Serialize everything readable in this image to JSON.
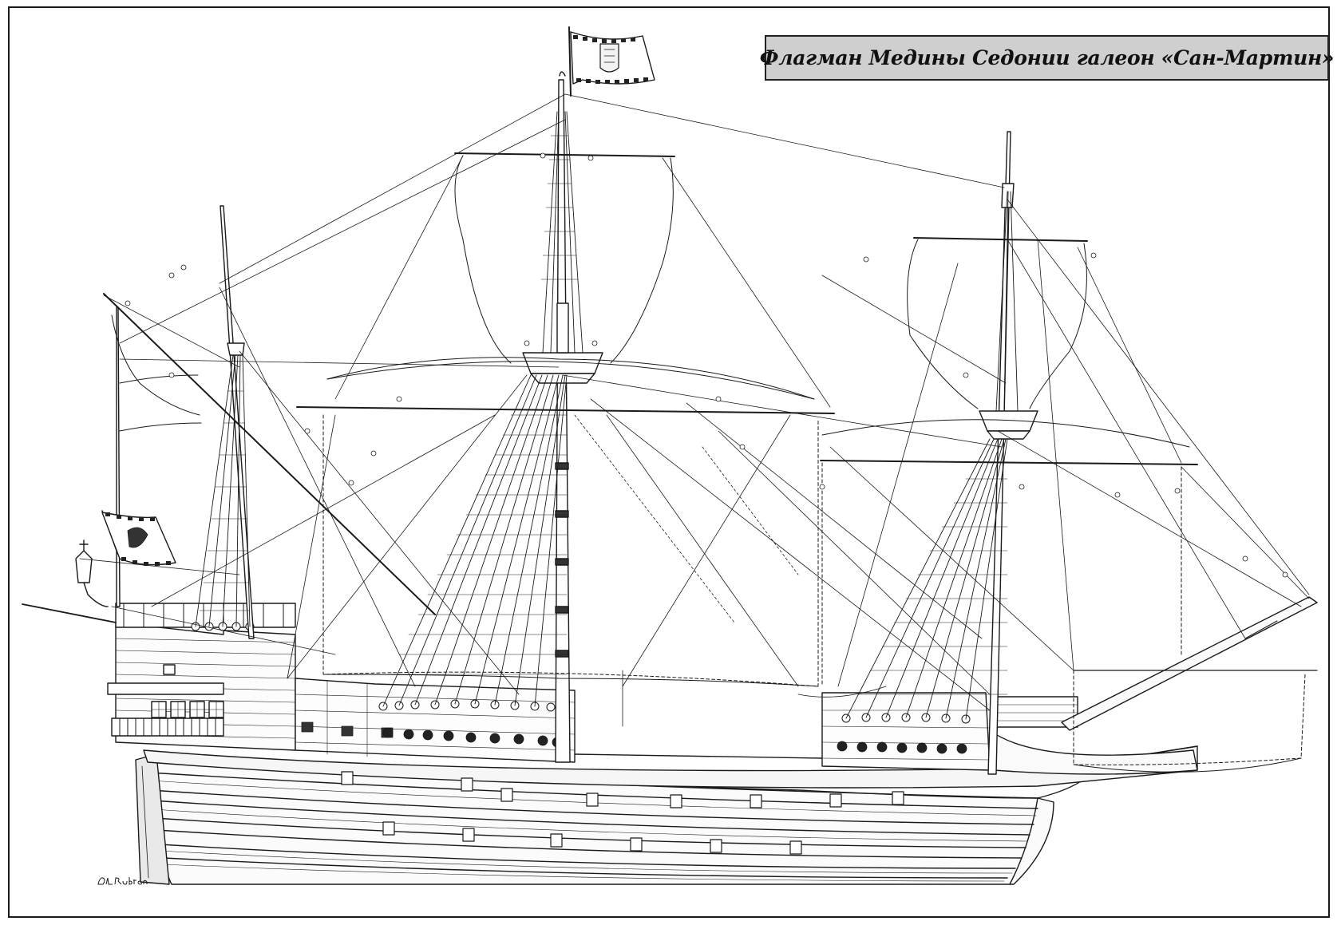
{
  "title": "Флагман Медины Седонии галеон «Сан-Мартин»",
  "illustration": {
    "subject": "galleon-san-martin-side-elevation",
    "line_color": "#1a1a1a",
    "title_box_color": "#cfcfcf"
  },
  "signature": {
    "text": "D.L.Rubton",
    "style": "handwritten"
  }
}
